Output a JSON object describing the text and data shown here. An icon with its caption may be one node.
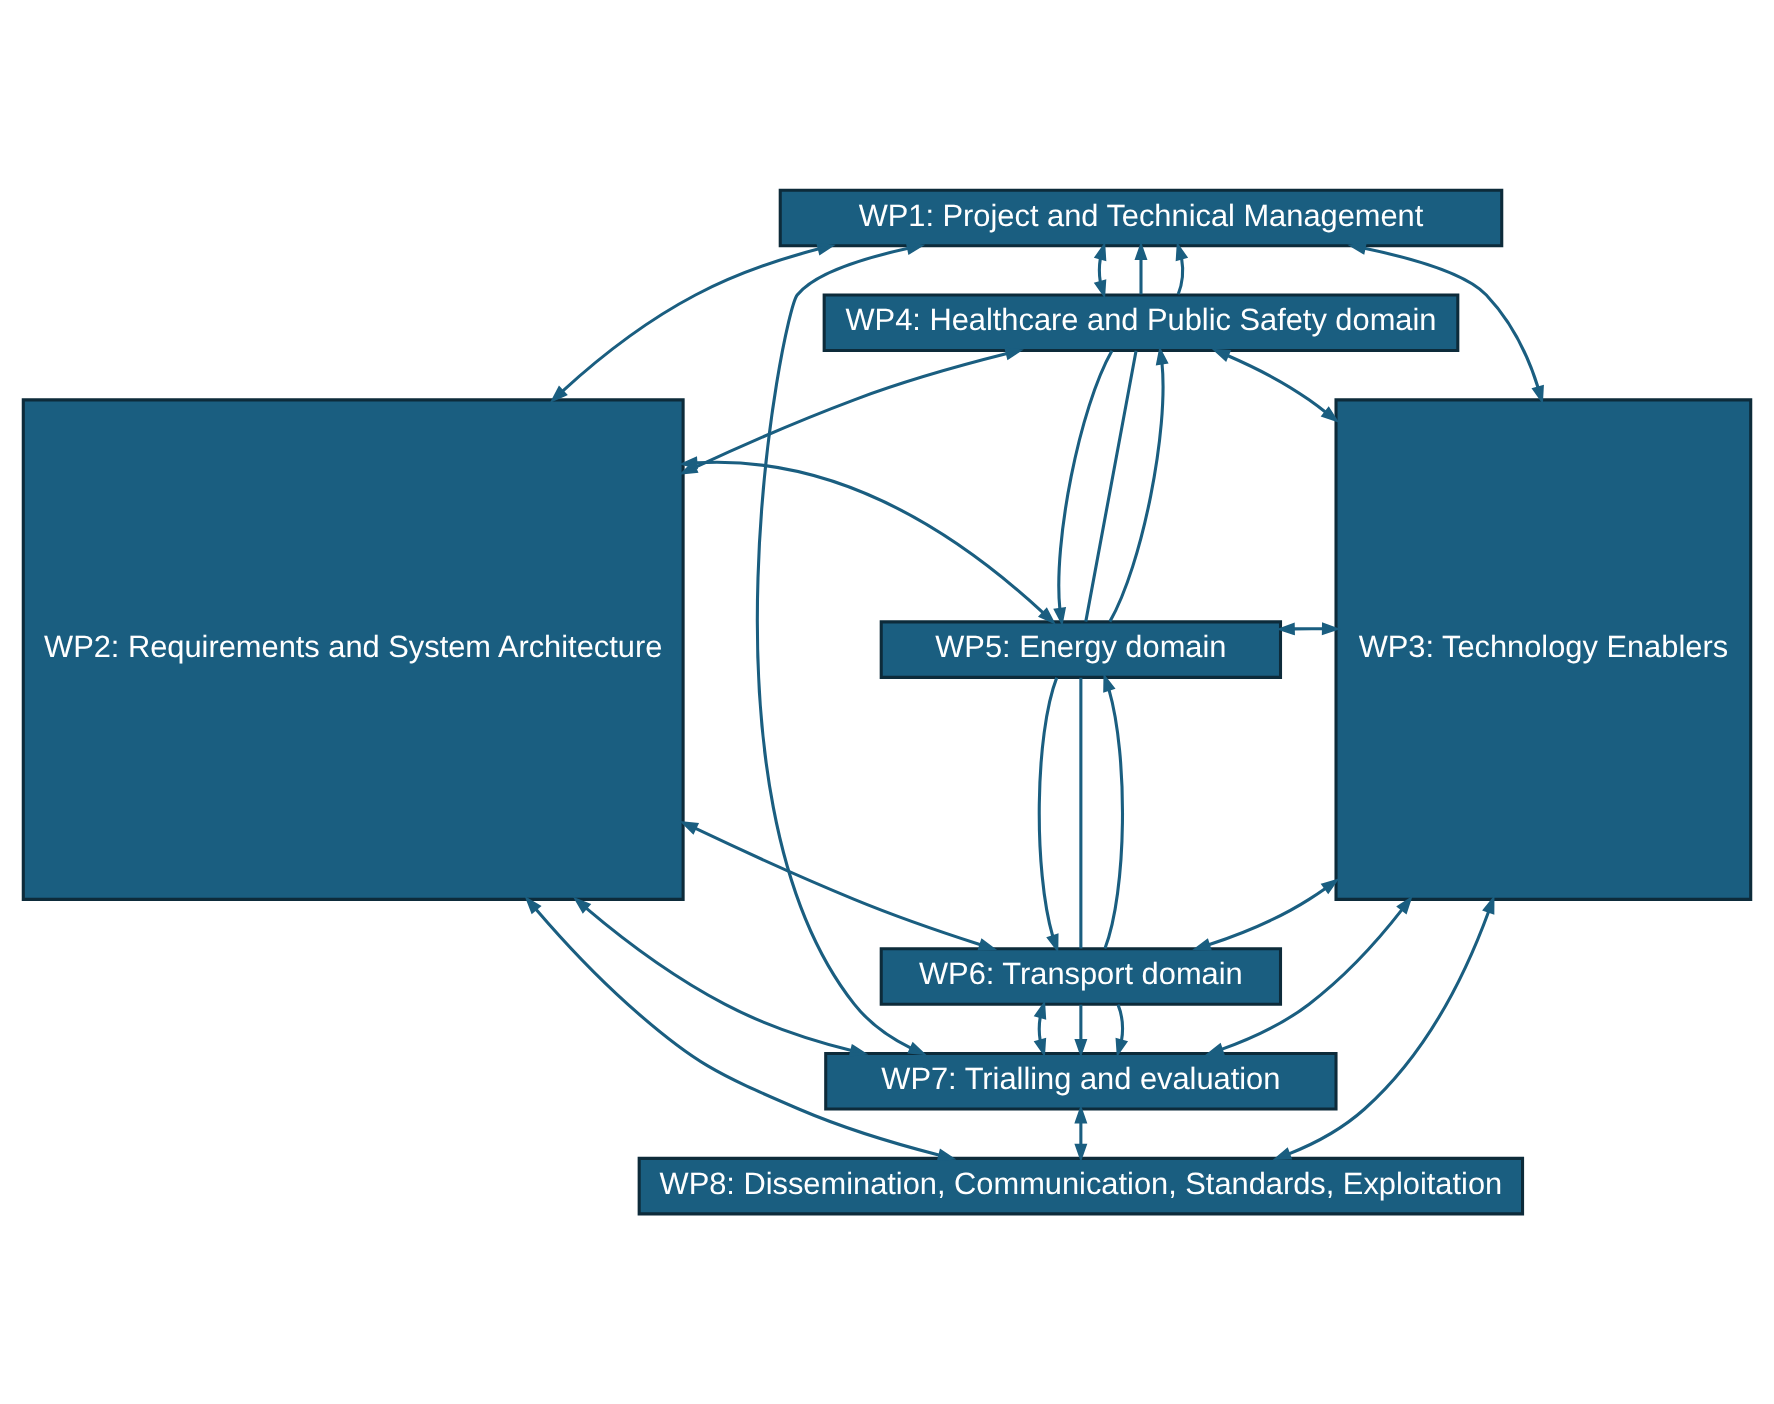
{
  "diagram": {
    "nodes": [
      {
        "text": [
          "WP1: Project and Technical Management"
        ]
      },
      {
        "text": [
          "WP2: Requirements and System Architecture"
        ]
      },
      {
        "text": [
          "WP3: Technology Enablers"
        ]
      },
      {
        "text": [
          "WP4: Healthcare and Public Safety domain"
        ]
      },
      {
        "text": [
          "WP5: Energy domain"
        ]
      },
      {
        "text": [
          "WP6: Transport domain"
        ]
      },
      {
        "text": [
          "WP7: Trialling and evaluation"
        ]
      },
      {
        "text": [
          "WP8: Dissemination, Communication, Standards, Exploitation"
        ]
      }
    ],
    "edges": [
      {
        "from": 0,
        "to": 1,
        "arrow": "both"
      },
      {
        "from": 0,
        "to": 2,
        "arrow": "both"
      },
      {
        "from": 0,
        "to": 3,
        "arrow": "both"
      },
      {
        "from": 3,
        "to": 0,
        "arrow": "to"
      },
      {
        "from": 3,
        "to": 0,
        "arrow": "to"
      },
      {
        "from": 0,
        "to": 6,
        "arrow": "both"
      },
      {
        "from": 1,
        "to": 3,
        "arrow": "both"
      },
      {
        "from": 3,
        "to": 2,
        "arrow": "both"
      },
      {
        "from": 3,
        "to": 4,
        "arrow": "to"
      },
      {
        "from": 3,
        "to": 4,
        "arrow": "none"
      },
      {
        "from": 4,
        "to": 3,
        "arrow": "to"
      },
      {
        "from": 1,
        "to": 4,
        "arrow": "both"
      },
      {
        "from": 4,
        "to": 2,
        "arrow": "both"
      },
      {
        "from": 4,
        "to": 5,
        "arrow": "to"
      },
      {
        "from": 4,
        "to": 5,
        "arrow": "none"
      },
      {
        "from": 5,
        "to": 4,
        "arrow": "to"
      },
      {
        "from": 1,
        "to": 5,
        "arrow": "both"
      },
      {
        "from": 5,
        "to": 2,
        "arrow": "both"
      },
      {
        "from": 5,
        "to": 6,
        "arrow": "both"
      },
      {
        "from": 5,
        "to": 6,
        "arrow": "to"
      },
      {
        "from": 5,
        "to": 6,
        "arrow": "to"
      },
      {
        "from": 1,
        "to": 6,
        "arrow": "both"
      },
      {
        "from": 6,
        "to": 2,
        "arrow": "both"
      },
      {
        "from": 1,
        "to": 7,
        "arrow": "both"
      },
      {
        "from": 2,
        "to": 7,
        "arrow": "both"
      },
      {
        "from": 6,
        "to": 7,
        "arrow": "both"
      }
    ]
  }
}
